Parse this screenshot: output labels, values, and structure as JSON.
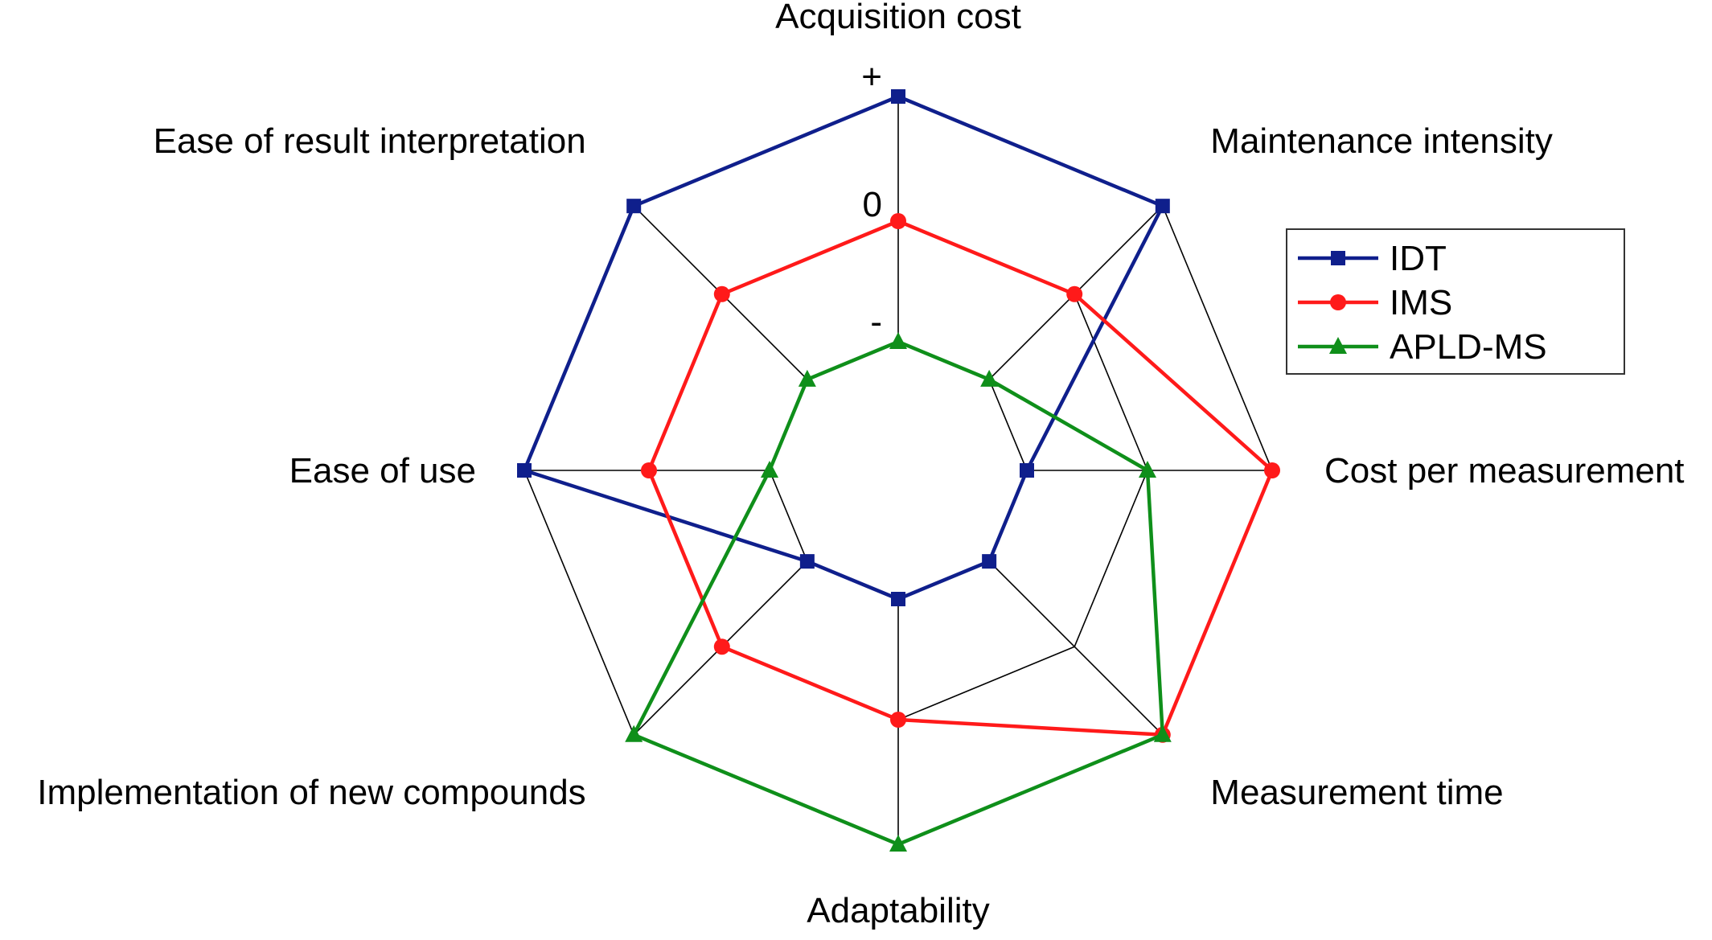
{
  "chart_data": {
    "type": "radar",
    "axes": [
      "Acquisition cost",
      "Maintenance intensity",
      "Cost per measurement",
      "Measurement time",
      "Adaptability",
      "Implementation of new compounds",
      "Ease of use",
      "Ease of result interpretation"
    ],
    "levels": [
      "-",
      "0",
      "+"
    ],
    "range": [
      -1,
      1
    ],
    "series": [
      {
        "name": "IDT",
        "color": "#0f1f8c",
        "marker": "square",
        "values": [
          1,
          1,
          -1,
          -1,
          -1,
          -1,
          1,
          1
        ]
      },
      {
        "name": "IMS",
        "color": "#ff1a1a",
        "marker": "circle",
        "values": [
          0,
          0,
          1,
          1,
          0,
          0,
          0,
          0
        ]
      },
      {
        "name": "APLD-MS",
        "color": "#0f8f1a",
        "marker": "triangle",
        "values": [
          -1,
          -1,
          0,
          1,
          1,
          1,
          -1,
          -1
        ]
      }
    ],
    "grid": true,
    "legend": "right"
  }
}
